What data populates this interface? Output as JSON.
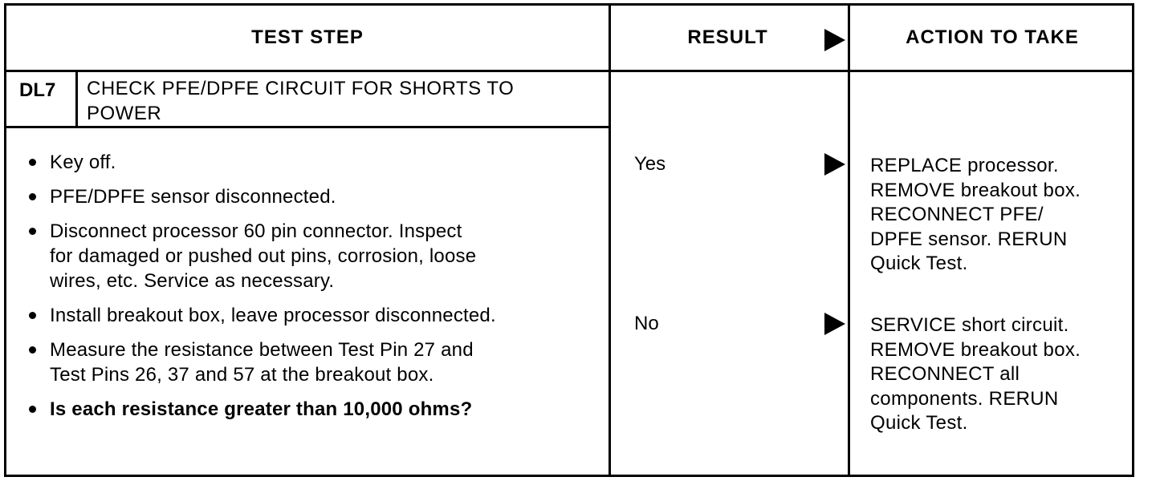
{
  "headers": {
    "test_step": "TEST STEP",
    "result": "RESULT",
    "action": "ACTION TO TAKE"
  },
  "step": {
    "id": "DL7",
    "title_lines": [
      "CHECK PFE/DPFE CIRCUIT FOR SHORTS TO",
      "POWER"
    ]
  },
  "bullets": [
    {
      "lines": [
        "Key off."
      ],
      "bold": false
    },
    {
      "lines": [
        "PFE/DPFE sensor disconnected."
      ],
      "bold": false
    },
    {
      "lines": [
        "Disconnect processor 60 pin connector. Inspect",
        "for damaged or pushed out pins, corrosion, loose",
        "wires, etc. Service as necessary."
      ],
      "bold": false
    },
    {
      "lines": [
        "Install breakout box, leave processor disconnected."
      ],
      "bold": false
    },
    {
      "lines": [
        "Measure the resistance between Test Pin 27 and",
        "Test Pins 26, 37 and 57 at the breakout box."
      ],
      "bold": false
    },
    {
      "lines": [
        "Is each resistance greater than 10,000 ohms?"
      ],
      "bold": true
    }
  ],
  "results": {
    "yes": "Yes",
    "no": "No"
  },
  "actions": {
    "yes_lines": [
      "REPLACE processor.",
      "REMOVE breakout box.",
      "RECONNECT PFE/",
      "DPFE sensor. RERUN",
      "Quick Test."
    ],
    "no_lines": [
      "SERVICE short circuit.",
      "REMOVE breakout box.",
      "RECONNECT all",
      "components. RERUN",
      "Quick Test."
    ]
  }
}
